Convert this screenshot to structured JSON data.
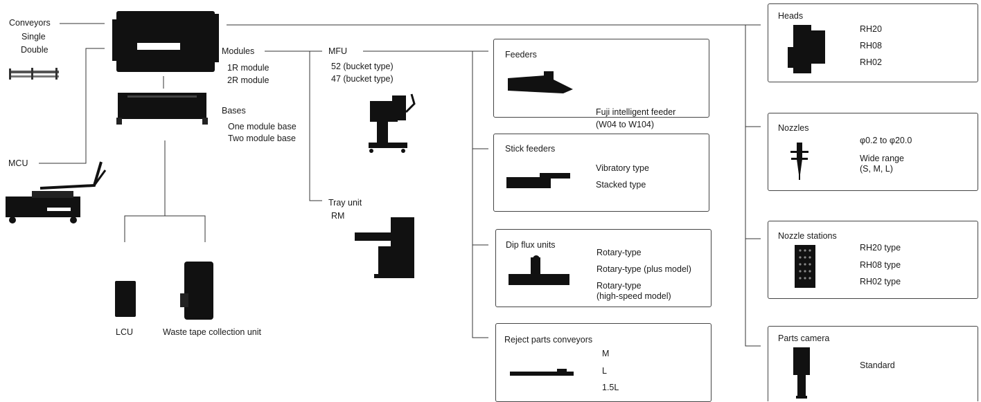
{
  "conveyors": {
    "title": "Conveyors",
    "items": [
      "Single",
      "Double"
    ]
  },
  "mcu": {
    "title": "MCU"
  },
  "modules": {
    "title": "Modules",
    "items": [
      "1R module",
      "2R module"
    ]
  },
  "bases": {
    "title": "Bases",
    "items": [
      "One module base",
      "Two module base"
    ]
  },
  "lcu": {
    "title": "LCU"
  },
  "waste": {
    "title": "Waste tape collection unit"
  },
  "mfu": {
    "title": "MFU",
    "items": [
      "52 (bucket type)",
      "47 (bucket type)"
    ]
  },
  "tray": {
    "title": "Tray unit",
    "items": [
      "RM"
    ]
  },
  "feeders": {
    "title": "Feeders",
    "items": [
      "Fuji intelligent feeder",
      "(W04 to W104)"
    ]
  },
  "stick": {
    "title": "Stick feeders",
    "items": [
      "Vibratory type",
      "Stacked type"
    ]
  },
  "dip": {
    "title": "Dip flux units",
    "items": [
      "Rotary-type",
      "Rotary-type (plus model)",
      "Rotary-type",
      "(high-speed model)"
    ]
  },
  "reject": {
    "title": "Reject parts conveyors",
    "items": [
      "M",
      "L",
      "1.5L"
    ]
  },
  "heads": {
    "title": "Heads",
    "items": [
      "RH20",
      "RH08",
      "RH02"
    ]
  },
  "nozzles": {
    "title": "Nozzles",
    "items": [
      "φ0.2 to φ20.0",
      "Wide range",
      "(S, M, L)"
    ]
  },
  "stations": {
    "title": "Nozzle stations",
    "items": [
      "RH20 type",
      "RH08 type",
      "RH02 type"
    ]
  },
  "camera": {
    "title": "Parts camera",
    "items": [
      "Standard"
    ]
  }
}
